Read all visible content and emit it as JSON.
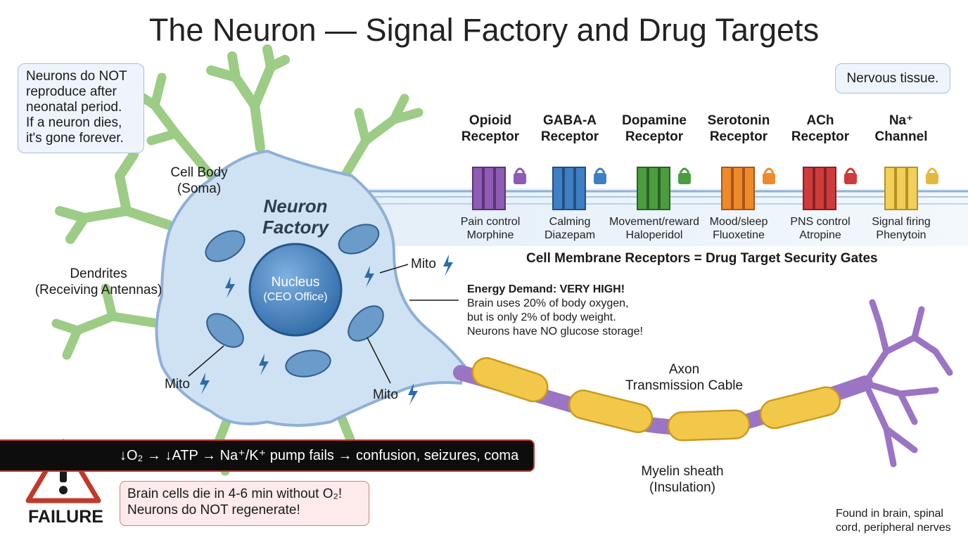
{
  "title": "The Neuron — Signal Factory and Drug Targets",
  "notes": {
    "reproduce": [
      "Neurons do NOT",
      "reproduce after",
      "neonatal period.",
      "If a neuron dies,",
      "it's gone forever."
    ],
    "tissue": "Nervous tissue.",
    "found": [
      "Found in brain, spinal",
      "cord, peripheral nerves"
    ]
  },
  "labels": {
    "cell_body": [
      "Cell Body",
      "(Soma)"
    ],
    "factory": [
      "Neuron",
      "Factory"
    ],
    "dendrites": [
      "Dendrites",
      "(Receiving Antennas)"
    ],
    "nucleus": "Nucleus",
    "nucleus_sub": "(CEO Office)",
    "mito": "Mito",
    "axon": [
      "Axon",
      "Transmission Cable"
    ],
    "myelin": [
      "Myelin sheath",
      "(Insulation)"
    ],
    "membrane_caption": "Cell Membrane Receptors = Drug Target Security Gates"
  },
  "energy": {
    "heading": "Energy Demand: VERY HIGH!",
    "lines": [
      "Brain uses 20% of body oxygen,",
      "but is only 2% of body weight.",
      "Neurons have NO glucose storage!"
    ]
  },
  "receptors": [
    {
      "name": [
        "Opioid",
        "Receptor"
      ],
      "use": "Pain control",
      "drug": "Morphine",
      "color": "#8e5bb5"
    },
    {
      "name": [
        "GABA-A",
        "Receptor"
      ],
      "use": "Calming",
      "drug": "Diazepam",
      "color": "#3f7fc4"
    },
    {
      "name": [
        "Dopamine",
        "Receptor"
      ],
      "use": "Movement/reward",
      "drug": "Haloperidol",
      "color": "#4a9e3f"
    },
    {
      "name": [
        "Serotonin",
        "Receptor"
      ],
      "use": "Mood/sleep",
      "drug": "Fluoxetine",
      "color": "#ef8a2c"
    },
    {
      "name": [
        "ACh",
        "Receptor"
      ],
      "use": "PNS control",
      "drug": "Atropine",
      "color": "#cf3b3b"
    },
    {
      "name": [
        "Na⁺",
        "Channel"
      ],
      "use": "Signal firing",
      "drug": "Phenytoin",
      "color": "#f1cf5a"
    }
  ],
  "failure": {
    "chain": "↓O₂ → ↓ATP → Na⁺/K⁺ pump fails → confusion, seizures, coma",
    "label": "FAILURE",
    "warning": [
      "Brain cells die in 4-6 min without O₂!",
      "Neurons do NOT regenerate!"
    ]
  },
  "colors": {
    "cell_fill": "#cfe2f3",
    "membrane": "#8fb0d6",
    "dendrite": "#9ccc86",
    "axon": "#9b74c4",
    "myelin": "#f2c84b",
    "mito": "#6b9bc9",
    "warning_red": "#c0392b"
  }
}
